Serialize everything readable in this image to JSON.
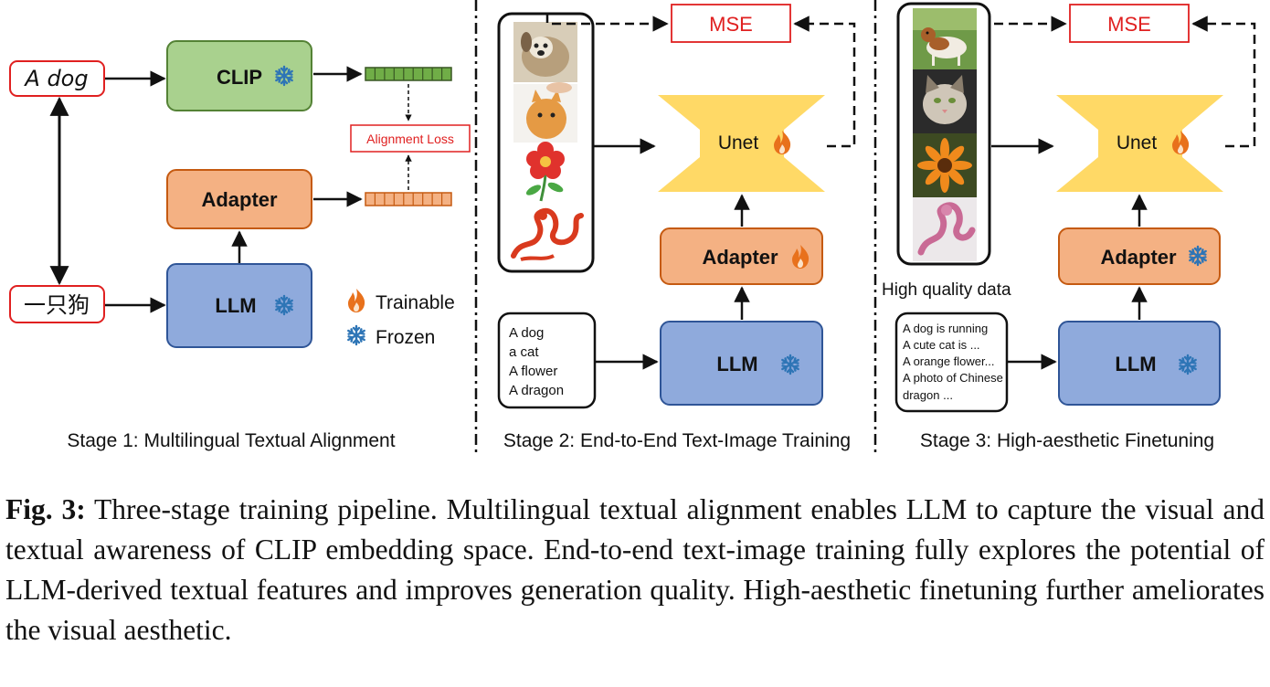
{
  "stage1": {
    "input_en": "A dog",
    "input_zh": "一只狗",
    "clip": "CLIP",
    "adapter": "Adapter",
    "llm": "LLM",
    "alignment_loss": "Alignment Loss",
    "legend_trainable": "Trainable",
    "legend_frozen": "Frozen",
    "title": "Stage 1: Multilingual Textual Alignment"
  },
  "stage2": {
    "mse": "MSE",
    "unet": "Unet",
    "adapter": "Adapter",
    "llm": "LLM",
    "prompts": [
      "A dog",
      "a cat",
      "A flower",
      "A dragon"
    ],
    "title": "Stage 2: End-to-End Text-Image Training"
  },
  "stage3": {
    "mse": "MSE",
    "unet": "Unet",
    "adapter": "Adapter",
    "llm": "LLM",
    "data_label": "High quality data",
    "prompts": [
      "A dog is running",
      "A cute cat is ...",
      "A orange flower...",
      "A photo of Chinese",
      "dragon ..."
    ],
    "title": "Stage 3: High-aesthetic Finetuning"
  },
  "caption": {
    "prefix": "Fig. 3:",
    "text": "Three-stage training pipeline. Multilingual textual alignment enables LLM to capture the visual and textual awareness of CLIP embedding space. End-to-end text-image training fully explores the potential of LLM-derived textual features and improves generation quality. High-aesthetic finetuning further ameliorates the visual aesthetic."
  },
  "colors": {
    "clip_fill": "#a9d18e",
    "clip_stroke": "#548235",
    "adapter_fill": "#f4b183",
    "adapter_stroke": "#c55a11",
    "llm_fill": "#8faadc",
    "llm_stroke": "#2f5597",
    "unet_fill": "#ffd966",
    "red": "#e02020",
    "fire": "#e8711c",
    "snow": "#2e75b6"
  },
  "icons": [
    "fire-icon",
    "snowflake-icon"
  ]
}
